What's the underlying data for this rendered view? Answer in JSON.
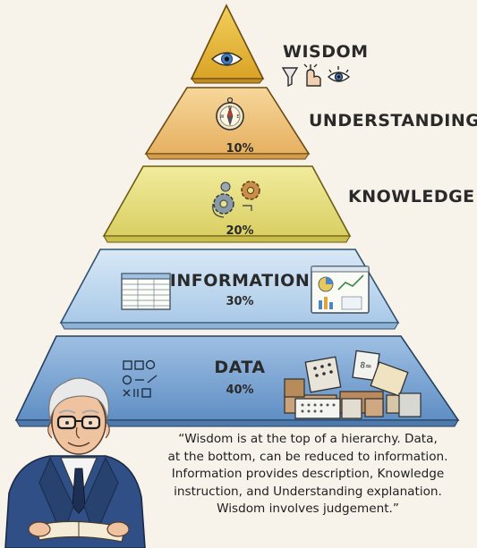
{
  "levels": [
    {
      "title": "WISDOM",
      "percent": "",
      "icon": "eye-icon",
      "color": "#e9b83b"
    },
    {
      "title": "UNDERSTANDING",
      "percent": "10%",
      "icon": "compass-icon",
      "color": "#efc47a"
    },
    {
      "title": "KNOWLEDGE",
      "percent": "20%",
      "icon": "gears-icon",
      "color": "#e7e08a"
    },
    {
      "title": "INFORMATION",
      "percent": "30%",
      "icon": "chart-icon",
      "color": "#bcd6ec"
    },
    {
      "title": "DATA",
      "percent": "40%",
      "icon": "symbols-icon",
      "color": "#7ea7d3"
    }
  ],
  "wisdom_icons": [
    "funnel-icon",
    "pointing-hand-icon",
    "eye-icon"
  ],
  "quote_lines": [
    "“Wisdom is at the top of a hierarchy. Data,",
    "at the bottom, can be reduced to information.",
    "Information provides description, Knowledge",
    "instruction, and Understanding explanation.",
    "Wisdom involves judgement.”"
  ],
  "person": "elderly-man-illustration"
}
